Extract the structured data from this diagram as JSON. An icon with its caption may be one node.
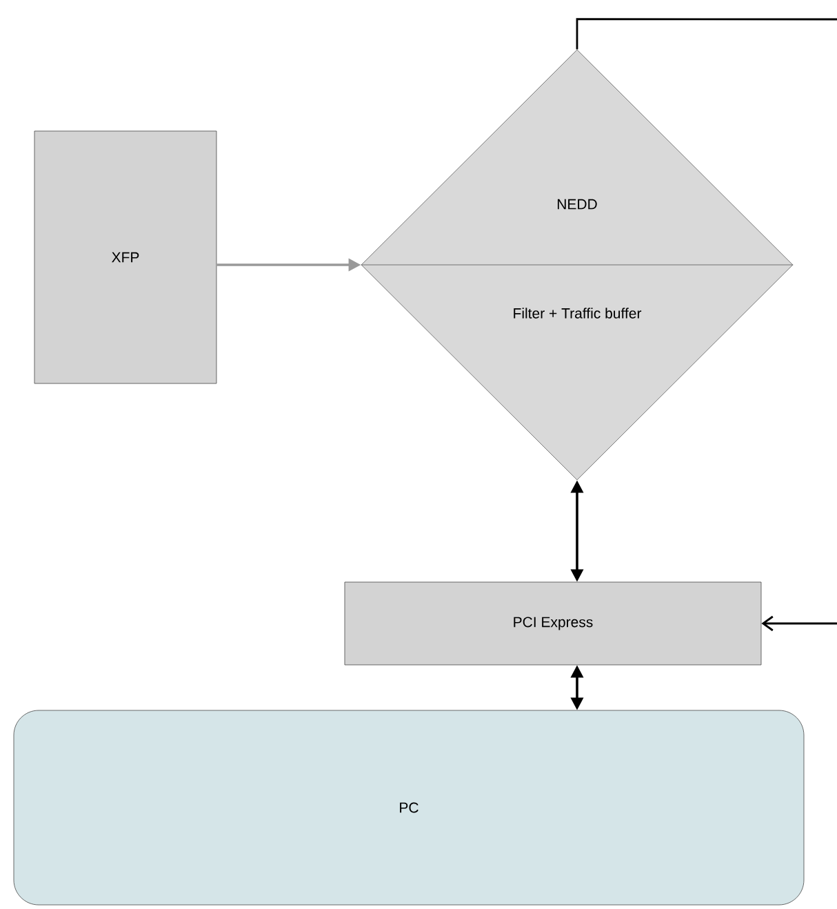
{
  "diagram": {
    "nodes": [
      {
        "text": [
          "XFP"
        ]
      },
      {
        "text": [
          "NEDD",
          "Filter + Traffic buffer"
        ]
      },
      {
        "text": [
          "PCI Express"
        ]
      },
      {
        "text": [
          "PC"
        ]
      }
    ],
    "edges": [
      {
        "from": 0,
        "to": 1,
        "arrow": "to",
        "color": "#999999"
      },
      {
        "from": 1,
        "to": 2,
        "arrow": "both"
      },
      {
        "from": 2,
        "to": 3,
        "arrow": "both"
      },
      {
        "from": 1,
        "to": 2,
        "arrow": "to"
      }
    ]
  }
}
